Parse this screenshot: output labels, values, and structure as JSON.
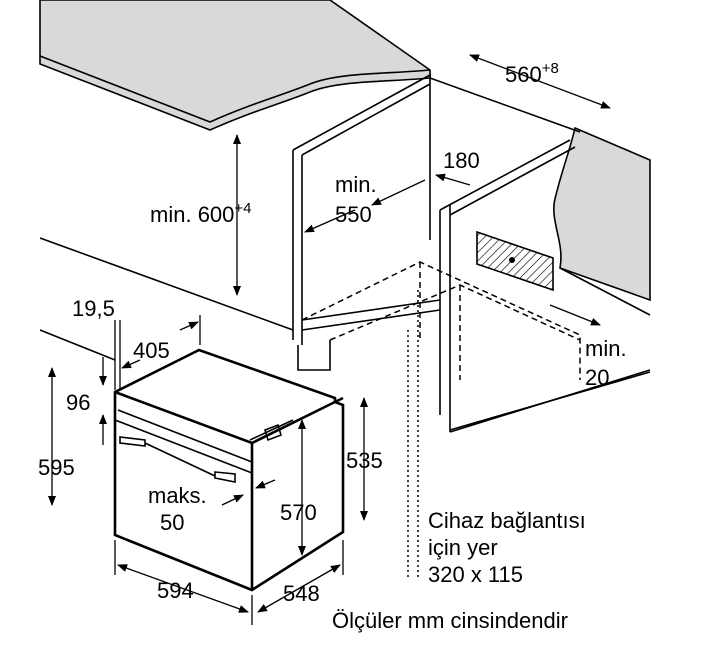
{
  "colors": {
    "countertop": "#d9d9d9",
    "line": "#000000",
    "background": "#ffffff"
  },
  "dimensions": {
    "niche_width": {
      "value": "560",
      "tolerance": "+8"
    },
    "niche_height": {
      "prefix": "min. ",
      "value": "600",
      "tolerance": "+4"
    },
    "cabinet_depth": {
      "line1": "min.",
      "line2": "550"
    },
    "cutout_offset": "180",
    "rear_gap": {
      "line1": "min.",
      "line2": "20"
    },
    "front_panel_offset": "19,5",
    "top_depth": "405",
    "panel_height": "96",
    "oven_height": "595",
    "door_protrusion": {
      "line1": "maks.",
      "line2": "50"
    },
    "body_height": "570",
    "side_height": "535",
    "oven_width": "594",
    "oven_depth": "548"
  },
  "connection_note": {
    "line1": "Cihaz bağlantısı",
    "line2": "için yer",
    "line3": "320 x 115"
  },
  "units_note": "Ölçüler mm cinsindendir"
}
